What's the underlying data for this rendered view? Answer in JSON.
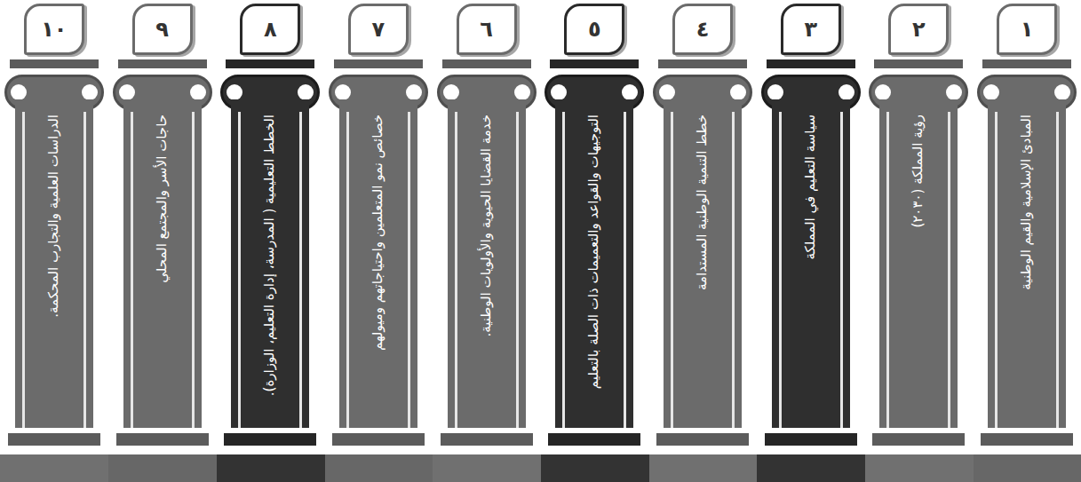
{
  "diagram": {
    "nodes": [
      {
        "text": [
          "١",
          "المبادئ الإسلامية والقيم الوطنية"
        ]
      },
      {
        "text": [
          "٢",
          "رؤية المملكة (٢٠٣٠)"
        ]
      },
      {
        "text": [
          "٣",
          "سياسة التعليم في المملكة"
        ]
      },
      {
        "text": [
          "٤",
          "خطط التنمية الوطنية المستدامة"
        ]
      },
      {
        "text": [
          "٥",
          "التوجيهات والقواعد والتعميمات ذات الصلة بالتعليم"
        ]
      },
      {
        "text": [
          "٦",
          "خدمة القضايا الحيوية والأولويات الوطنية."
        ]
      },
      {
        "text": [
          "٧",
          "خصائص نمو المتعلمين واحتياجاتهم وميولهم"
        ]
      },
      {
        "text": [
          "٨",
          "الخطط التعليمية ( المدرسة، إدارة التعليم، الوزارة)."
        ]
      },
      {
        "text": [
          "٩",
          "حاجات الأسر والمجتمع المحلي"
        ]
      },
      {
        "text": [
          "١٠",
          "الدراسات العلمية والتجارب المحكمة."
        ]
      }
    ]
  }
}
